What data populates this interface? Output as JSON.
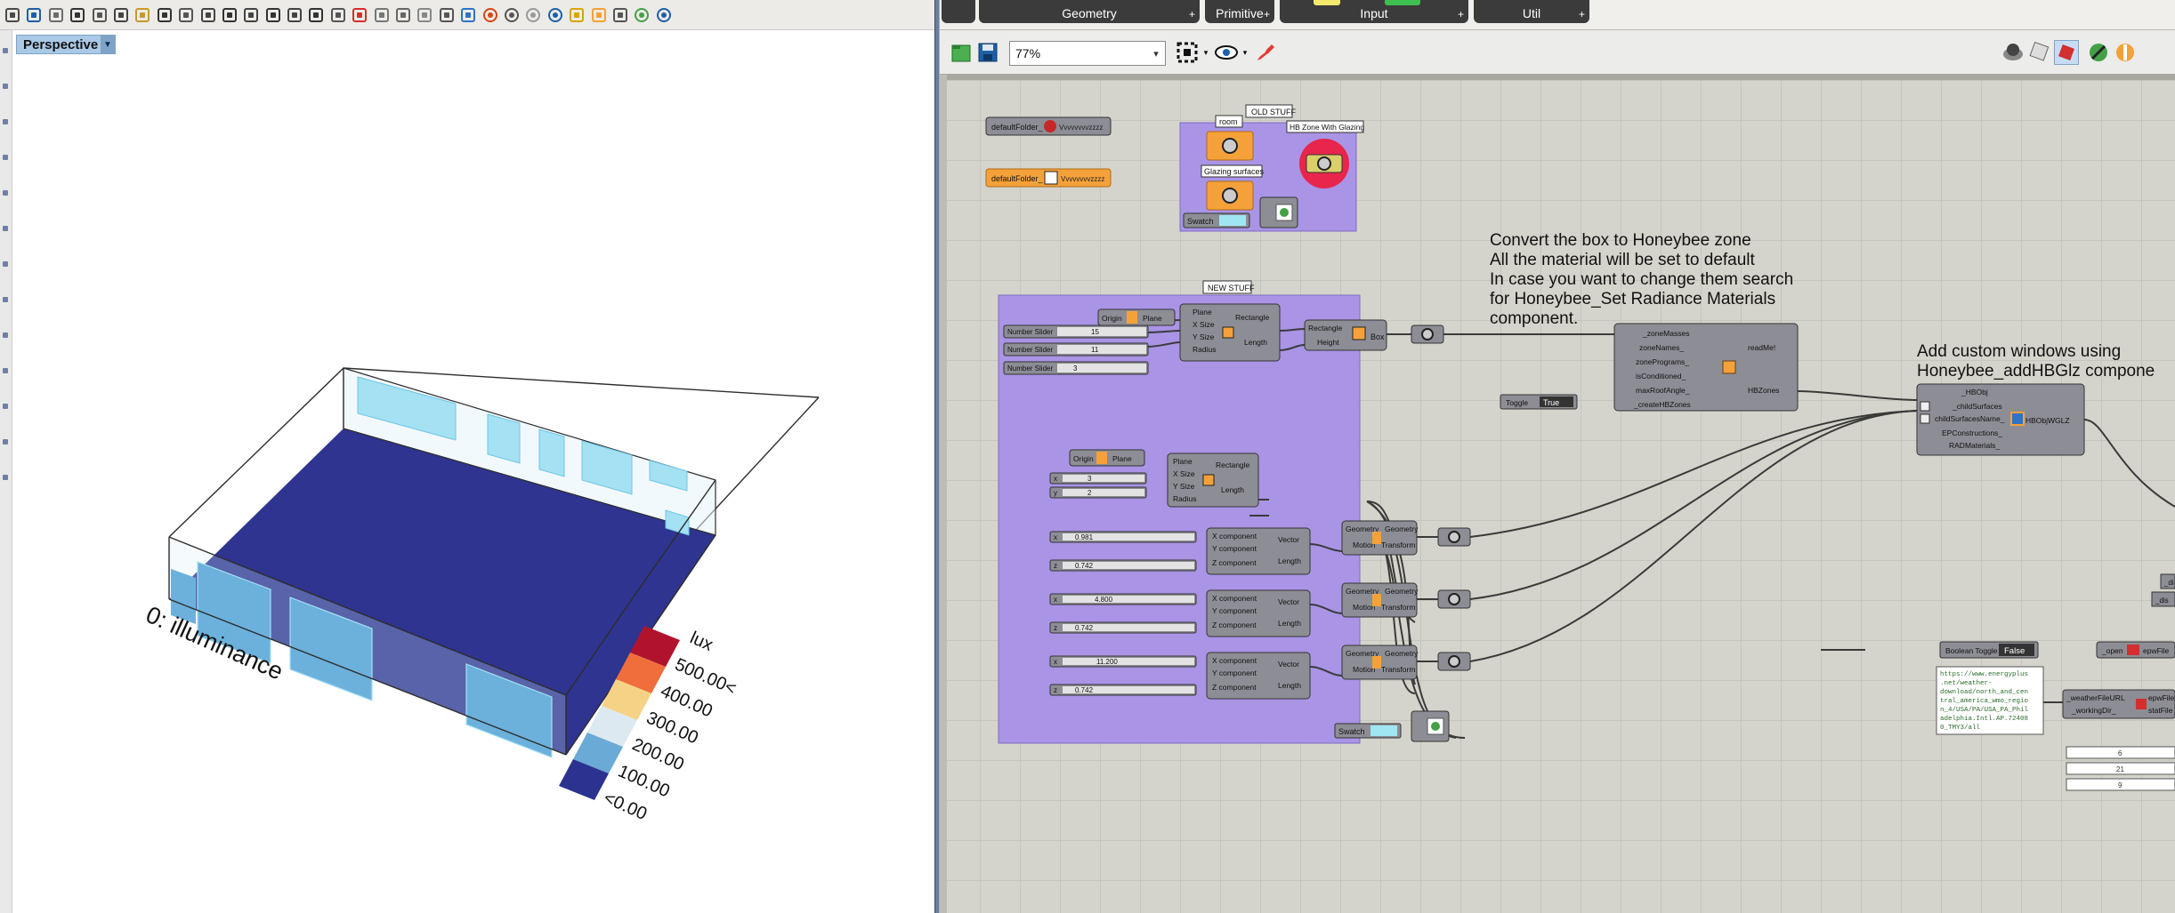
{
  "rhino": {
    "viewport_label": "Perspective",
    "legend": {
      "title": "0: illuminance",
      "unit": "lux",
      "labels": [
        "500.00<",
        "400.00",
        "300.00",
        "200.00",
        "100.00",
        "<0.00"
      ],
      "colors": [
        "#b0142c",
        "#ef6e3b",
        "#f6d286",
        "#dde9f1",
        "#6aaad6",
        "#2b3290"
      ]
    },
    "toolbar_icons": [
      "new-icon",
      "save-icon",
      "print-icon",
      "properties-icon",
      "cut-icon",
      "copy-icon",
      "paste-icon",
      "undo-icon",
      "pan-icon",
      "rotate-icon",
      "zoom-icon",
      "zoom-window-icon",
      "zoom-extents-icon",
      "zoom-selected-icon",
      "rotate-view-icon",
      "grid-icon",
      "car-icon",
      "show-icon",
      "lock-icon",
      "light-icon",
      "lock-object-icon",
      "layer-icon",
      "render-color-icon",
      "render-wire-icon",
      "render-ghost-icon",
      "render-rendered-icon",
      "pointer-icon",
      "options-icon",
      "cplane-icon",
      "world-icon",
      "help-icon"
    ]
  },
  "grasshopper": {
    "tabs": [
      {
        "label": "Geometry"
      },
      {
        "label": "Primitive"
      },
      {
        "label": "Input"
      },
      {
        "label": "Util"
      }
    ],
    "zoom": "77%",
    "colors": {
      "group": "#a994e6",
      "panel_orange": "#f5a13a",
      "component": "#8d8d95",
      "wire": "#3a3a3a"
    },
    "notes": {
      "convert": [
        "Convert the box to Honeybee zone",
        "All the material will be set to default",
        "In case you want to change them search",
        "for Honeybee_Set Radiance Materials",
        "component."
      ],
      "custom_windows": [
        "Add custom windows using",
        "Honeybee_addHBGlz compone"
      ]
    },
    "groups": {
      "old": "OLD STUFF",
      "new": "NEW STUFF"
    },
    "labels": {
      "room": "room",
      "glazing_surfaces": "Glazing surfaces",
      "hb_zone_glazing": "HB Zone With Glazing",
      "swatch": "Swatch",
      "default_folder_1": "defaultFolder_",
      "default_folder_2": "defaultFolder_",
      "default_folder_1_value": "Vvvvvvvvzzzz",
      "default_folder_2_value": "Vvvvvvvvzzzz",
      "origin": "Origin",
      "plane": "Plane",
      "rectangle": "Rectangle",
      "length": "Length",
      "height": "Height",
      "box": "Box",
      "x_size": "X Size",
      "y_size": "Y Size",
      "radius": "Radius",
      "x_component": "X component",
      "y_component": "Y component",
      "z_component": "Z component",
      "vector": "Vector",
      "geometry": "Geometry",
      "motion": "Motion",
      "transform": "Transform",
      "toggle": "Toggle",
      "true": "True",
      "false": "False",
      "boolean_toggle": "Boolean Toggle",
      "x": "x",
      "y": "y",
      "z": "z"
    },
    "sliders": {
      "s1_label": "Number Slider",
      "s1_value": "15",
      "s2_label": "Number Slider",
      "s2_value": "11",
      "s3_label": "Number Slider",
      "s3_value": "3",
      "x_value": "3",
      "y_value": "2",
      "v1_x": "0.981",
      "v1_z": "0.742",
      "v2_x": "4.800",
      "v2_z": "0.742",
      "v3_x": "11.200",
      "v3_z": "0.742"
    },
    "masses2zones": {
      "inputs": [
        "_zoneMasses",
        "zoneNames_",
        "zonePrograms_",
        "isConditioned_",
        "maxRoofAngle_",
        "_createHBZones"
      ],
      "outputs": [
        "readMe!",
        "HBZones"
      ]
    },
    "addglz": {
      "inputs": [
        "_HBObj",
        "_childSurfaces",
        "childSurfacesName_",
        "EPConstructions_",
        "RADMaterials_"
      ],
      "output": "HBObjWGLZ"
    },
    "weather": {
      "url": [
        "https://www.energyplus",
        ".net/weather-",
        "download/north_and_cen",
        "tral_america_wmo_regio",
        "n_4/USA/PA/USA_PA_Phil",
        "adelphia.Intl.AP.72408",
        "0_TMY3/all"
      ],
      "open_label": "_open",
      "open_out": "epwFile",
      "url_in": "_weatherFileURL",
      "dir_in": "_workingDir_",
      "out1": "epwFile",
      "out2": "statFile",
      "panel_vals": [
        "6",
        "21",
        "9"
      ]
    },
    "right_edge_labels": [
      "_di",
      "_dis"
    ]
  }
}
